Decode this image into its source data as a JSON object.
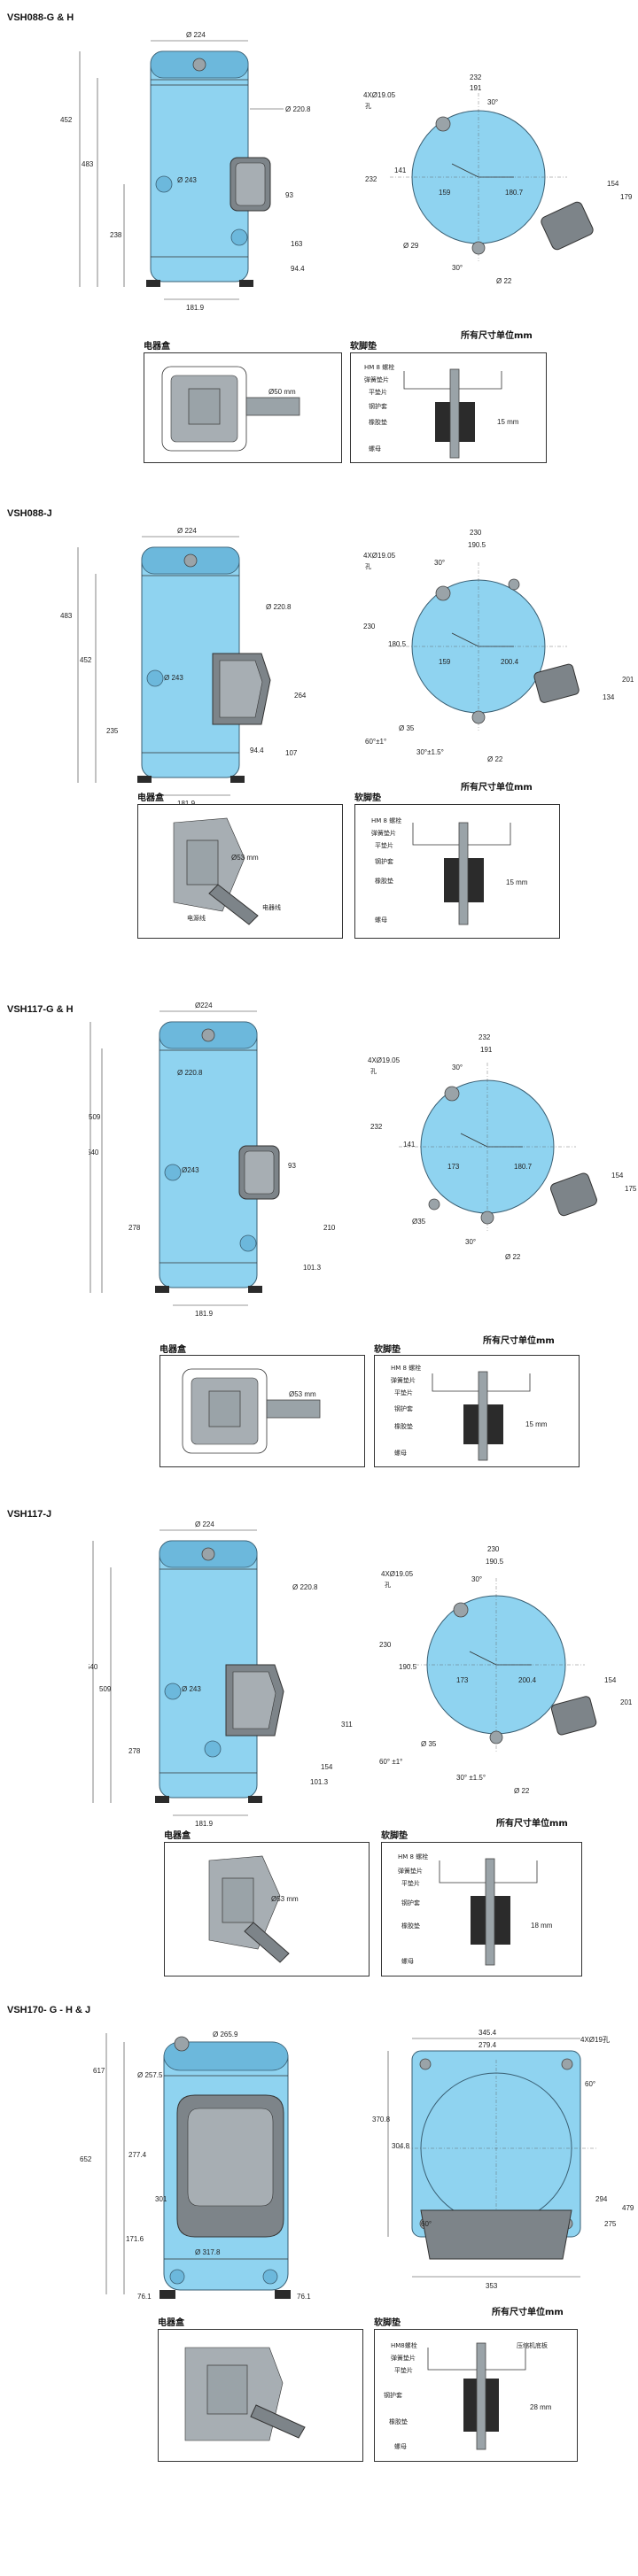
{
  "colors": {
    "shell": "#8fd3f0",
    "shell_stroke": "#3a5f73",
    "box": "#7d8489",
    "line": "#333333"
  },
  "sections": [
    {
      "title": "VSH088-G & H",
      "side_dims": [
        "Ø 224",
        "Ø 220.8",
        "Ø 243",
        "452",
        "483",
        "238",
        "93",
        "163",
        "94.4",
        "181.9"
      ],
      "top_dims": [
        "232",
        "191",
        "30°",
        "4XØ19.05",
        "孔",
        "232",
        "141",
        "159",
        "180.7",
        "154",
        "179",
        "Ø 29",
        "30°",
        "Ø 22"
      ],
      "box_label": "电器盒",
      "box_callouts": [
        "Ø50 mm"
      ],
      "mount_label": "软脚垫",
      "mount_callouts": [
        "HM 8 螺栓",
        "弹簧垫片",
        "平垫片",
        "钢护套",
        "橡胶垫",
        "螺母"
      ],
      "mount_dim": "15 mm",
      "units_note": "所有尺寸单位mm"
    },
    {
      "title": "VSH088-J",
      "side_dims": [
        "Ø 224",
        "Ø 220.8",
        "Ø 243",
        "483",
        "452",
        "235",
        "264",
        "94.4",
        "107",
        "181.9"
      ],
      "top_dims": [
        "230",
        "190.5",
        "30°",
        "4XØ19.05",
        "孔",
        "230",
        "180.5",
        "159",
        "200.4",
        "134",
        "201",
        "Ø 35",
        "60°±1°",
        "30°±1.5°",
        "Ø 22"
      ],
      "box_label": "电器盒",
      "box_callouts": [
        "Ø53 mm",
        "电源线",
        "电器线"
      ],
      "mount_label": "软脚垫",
      "mount_callouts": [
        "HM 8 螺栓",
        "弹簧垫片",
        "平垫片",
        "钢护套",
        "橡胶垫",
        "螺母"
      ],
      "mount_dim": "15 mm",
      "units_note": "所有尺寸单位mm"
    },
    {
      "title": "VSH117-G & H",
      "side_dims": [
        "Ø224",
        "Ø 220.8",
        "Ø243",
        "509",
        "540",
        "278",
        "93",
        "210",
        "101.3",
        "181.9"
      ],
      "top_dims": [
        "232",
        "191",
        "30°",
        "4XØ19.05",
        "孔",
        "232",
        "141",
        "173",
        "180.7",
        "154",
        "175",
        "Ø35",
        "30°",
        "Ø 22"
      ],
      "box_label": "电器盒",
      "box_callouts": [
        "Ø53 mm"
      ],
      "mount_label": "软脚垫",
      "mount_callouts": [
        "HM 8 螺栓",
        "弹簧垫片",
        "平垫片",
        "钢护套",
        "橡胶垫",
        "螺母"
      ],
      "mount_dim": "15 mm",
      "units_note": "所有尺寸单位mm"
    },
    {
      "title": "VSH117-J",
      "side_dims": [
        "Ø 224",
        "Ø 220.8",
        "Ø 243",
        "540",
        "509",
        "278",
        "311",
        "154",
        "101.3",
        "181.9"
      ],
      "top_dims": [
        "230",
        "190.5",
        "30°",
        "4XØ19.05",
        "孔",
        "230",
        "190.5",
        "173",
        "200.4",
        "154",
        "201",
        "Ø 35",
        "60° ±1°",
        "30° ±1.5°",
        "Ø 22"
      ],
      "box_label": "电器盒",
      "box_callouts": [
        "Ø53 mm"
      ],
      "mount_label": "软脚垫",
      "mount_callouts": [
        "HM 8 螺栓",
        "弹簧垫片",
        "平垫片",
        "钢护套",
        "橡胶垫",
        "螺母"
      ],
      "mount_dim": "18 mm",
      "units_note": "所有尺寸单位mm"
    },
    {
      "title": "VSH170- G - H & J",
      "side_dims": [
        "Ø 265.9",
        "Ø 257.5",
        "617",
        "652",
        "277.4",
        "301",
        "171.6",
        "Ø 317.8",
        "76.1",
        "76.1"
      ],
      "top_dims": [
        "345.4",
        "279.4",
        "4XØ19孔",
        "60°",
        "370.8",
        "304.8",
        "294",
        "275",
        "479",
        "60°",
        "353"
      ],
      "box_label": "电器盒",
      "box_callouts": [],
      "mount_label": "软脚垫",
      "mount_callouts": [
        "HM8螺栓",
        "弹簧垫片",
        "平垫片",
        "钢护套",
        "橡胶垫",
        "螺母",
        "压缩机底板"
      ],
      "mount_dim": "28 mm",
      "units_note": "所有尺寸单位mm"
    }
  ]
}
